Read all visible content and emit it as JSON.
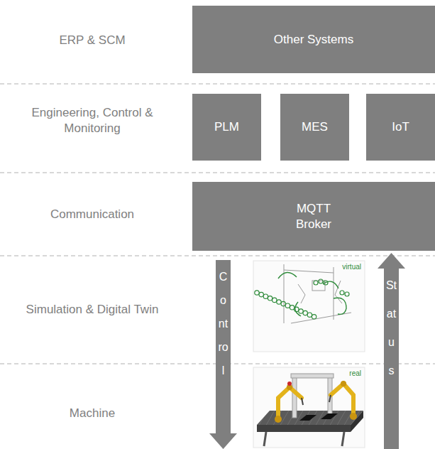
{
  "diagram": {
    "nodes": [
      {
        "text": [
          "Other Systems"
        ]
      },
      {
        "text": [
          "PLM"
        ]
      },
      {
        "text": [
          "MES"
        ]
      },
      {
        "text": [
          "IoT"
        ]
      },
      {
        "text": [
          "MQTT Broker"
        ]
      }
    ],
    "labels": [
      "ERP & SCM",
      "Engineering, Control & Monitoring",
      "Communication",
      "Simulation & Digital Twin",
      "Machine",
      "virtual",
      "real",
      "Control",
      "Status"
    ]
  }
}
